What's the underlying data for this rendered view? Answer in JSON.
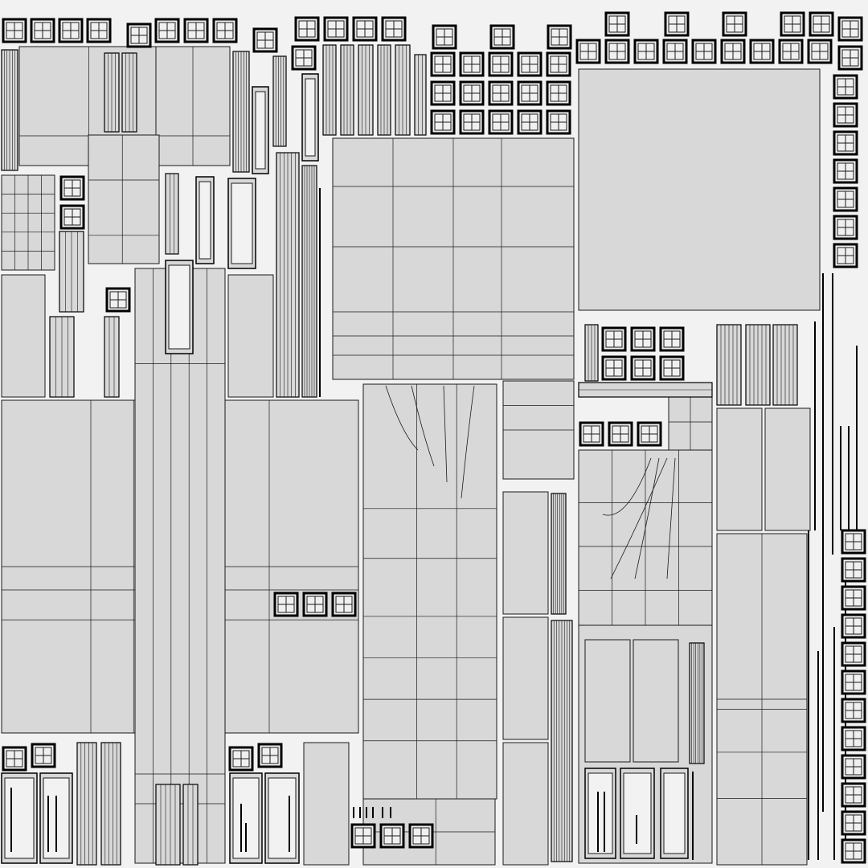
{
  "view": {
    "title": "",
    "colors": {
      "background": "#f2f2f2",
      "shell_fill": "#d8d8d8",
      "edge": "#1a1a1a",
      "thick_edge": "#000000",
      "window_glass": "#f0f0f0"
    },
    "shell_group_count": 40,
    "window_group_count": 12,
    "strip_group_count": 22
  }
}
